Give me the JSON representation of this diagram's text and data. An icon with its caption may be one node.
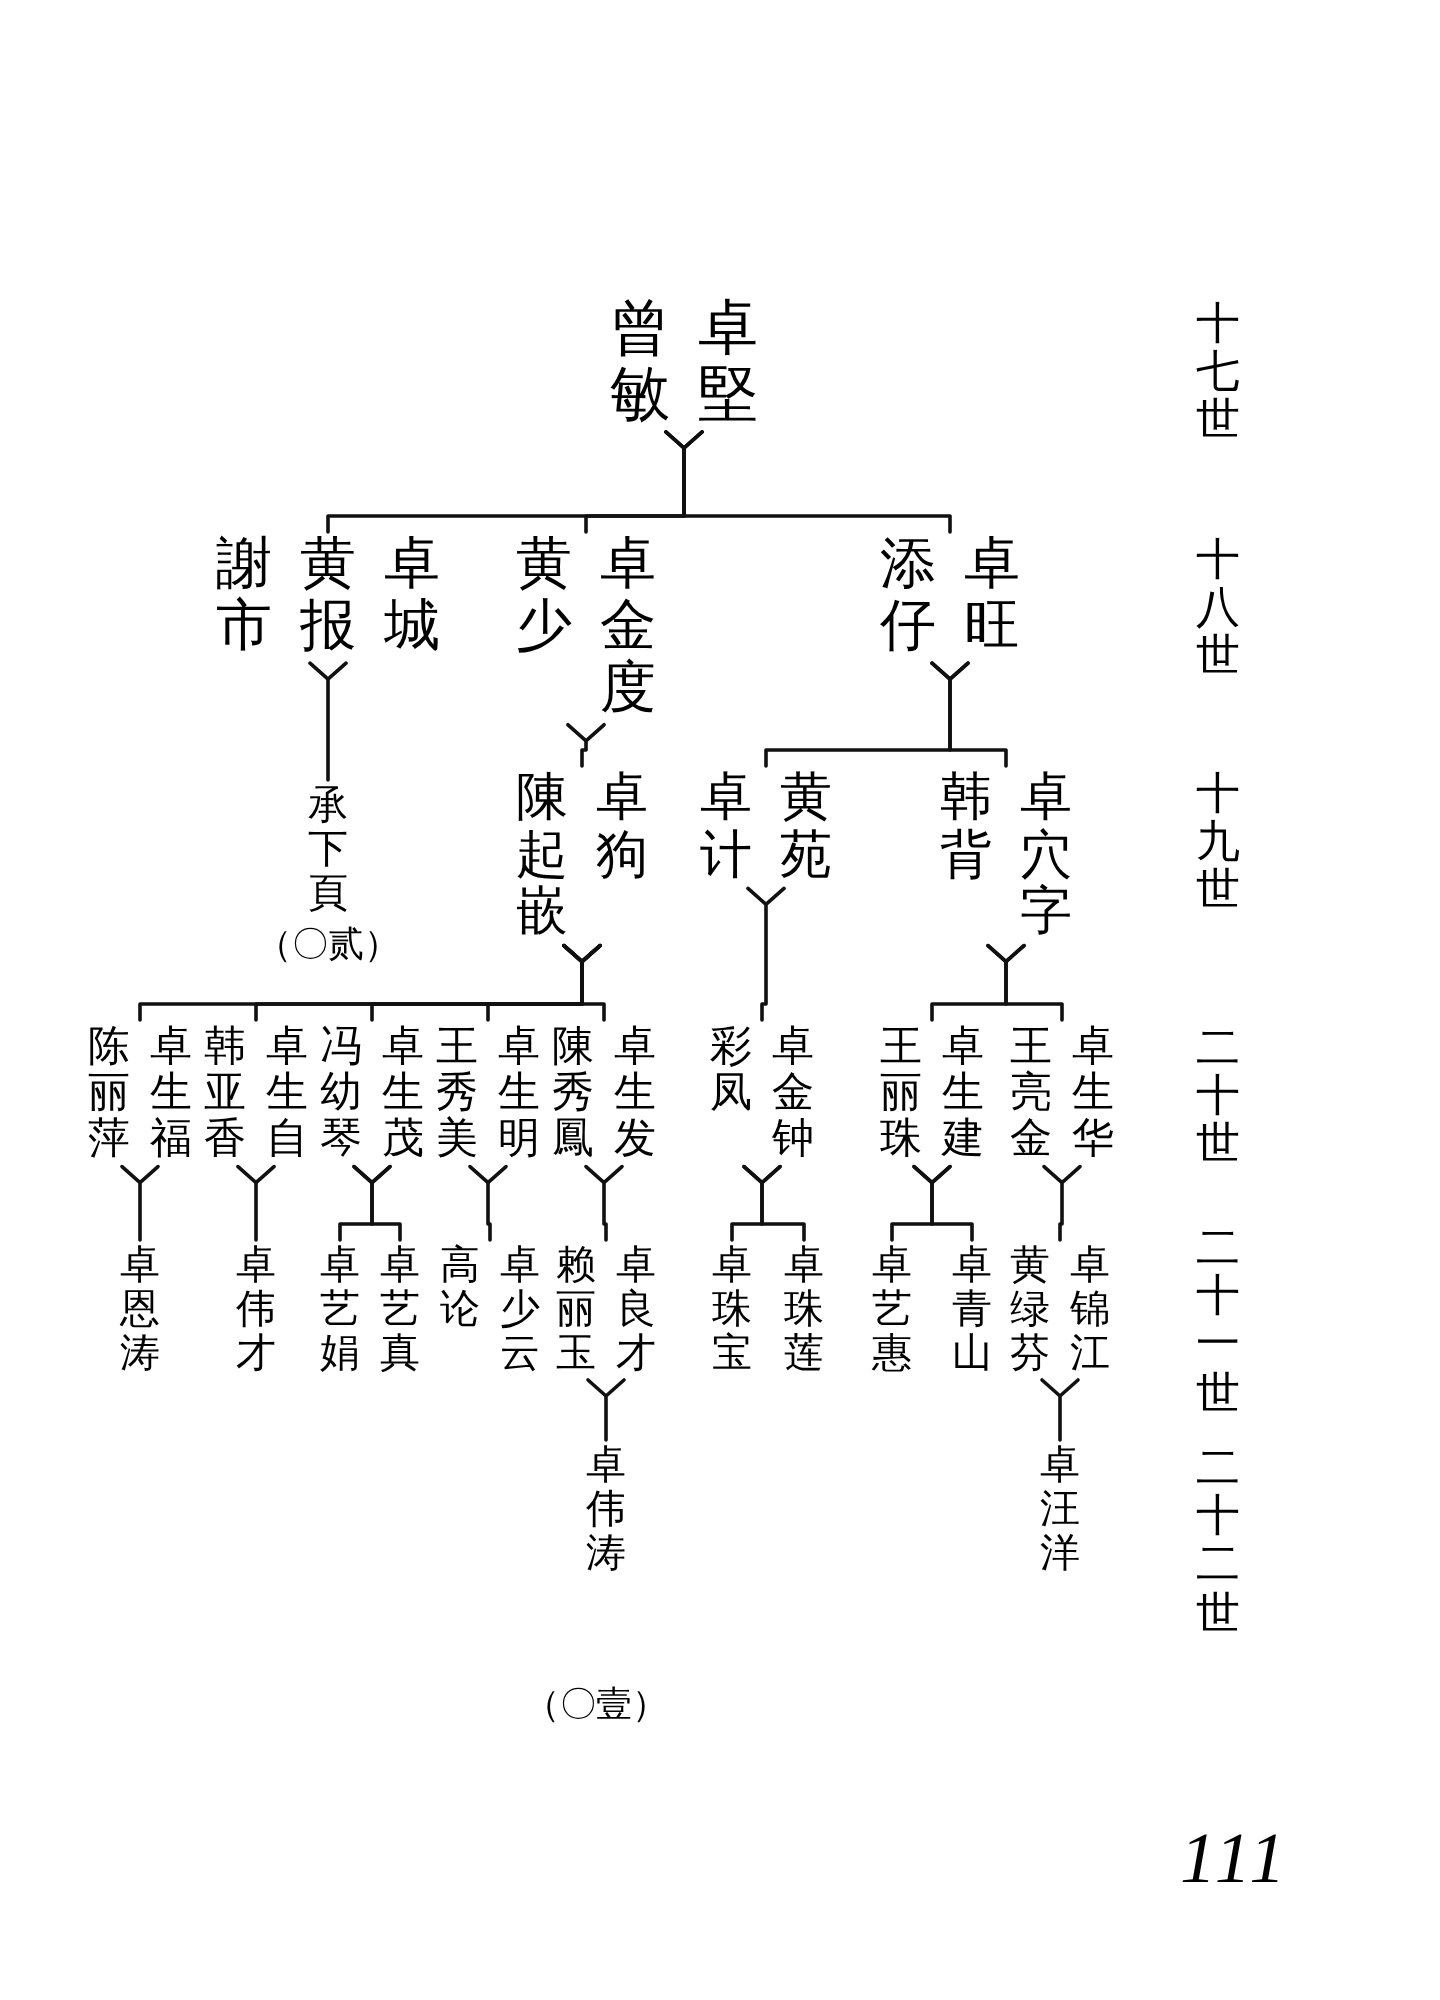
{
  "diagram": {
    "nodes": [
      {
        "text": [
          "曾敏",
          "卓堅"
        ]
      },
      {
        "text": [
          "添仔",
          "卓旺"
        ]
      },
      {
        "text": [
          "黄少",
          "卓金度"
        ]
      },
      {
        "text": [
          "謝市",
          "黄报",
          "卓城"
        ]
      },
      {
        "text": [
          "韩背",
          "卓穴字"
        ]
      },
      {
        "text": [
          "卓计",
          "黄苑"
        ]
      },
      {
        "text": [
          "陳起嵌",
          "卓狗"
        ]
      },
      {
        "text": [
          "承下頁",
          "（〇贰）"
        ]
      },
      {
        "text": [
          "王亮金",
          "卓生华"
        ]
      },
      {
        "text": [
          "王丽珠",
          "卓生建"
        ]
      },
      {
        "text": [
          "彩凤",
          "卓金钟"
        ]
      },
      {
        "text": [
          "陳秀鳳",
          "卓生发"
        ]
      },
      {
        "text": [
          "王秀美",
          "卓生明"
        ]
      },
      {
        "text": [
          "冯幼琴",
          "卓生茂"
        ]
      },
      {
        "text": [
          "韩亚香",
          "卓生自"
        ]
      },
      {
        "text": [
          "陈丽萍",
          "卓生福"
        ]
      },
      {
        "text": [
          "黄绿芬",
          "卓锦江"
        ]
      },
      {
        "text": [
          "卓青山"
        ]
      },
      {
        "text": [
          "卓艺惠"
        ]
      },
      {
        "text": [
          "卓珠莲"
        ]
      },
      {
        "text": [
          "卓珠宝"
        ]
      },
      {
        "text": [
          "赖丽玉",
          "卓良才"
        ]
      },
      {
        "text": [
          "高论",
          "卓少云"
        ]
      },
      {
        "text": [
          "卓艺真"
        ]
      },
      {
        "text": [
          "卓艺娟"
        ]
      },
      {
        "text": [
          "卓伟才"
        ]
      },
      {
        "text": [
          "卓恩涛"
        ]
      },
      {
        "text": [
          "卓汪洋"
        ]
      },
      {
        "text": [
          "卓伟涛"
        ]
      }
    ],
    "edges": [
      {
        "from": 0,
        "to": 1,
        "arrow": "none"
      },
      {
        "from": 0,
        "to": 2,
        "arrow": "none"
      },
      {
        "from": 0,
        "to": 3,
        "arrow": "none"
      },
      {
        "from": 3,
        "to": 7,
        "arrow": "none"
      },
      {
        "from": 1,
        "to": 4,
        "arrow": "none"
      },
      {
        "from": 1,
        "to": 5,
        "arrow": "none"
      },
      {
        "from": 2,
        "to": 6,
        "arrow": "none"
      },
      {
        "from": 4,
        "to": 8,
        "arrow": "none"
      },
      {
        "from": 4,
        "to": 9,
        "arrow": "none"
      },
      {
        "from": 5,
        "to": 10,
        "arrow": "none"
      },
      {
        "from": 6,
        "to": 11,
        "arrow": "none"
      },
      {
        "from": 6,
        "to": 12,
        "arrow": "none"
      },
      {
        "from": 6,
        "to": 13,
        "arrow": "none"
      },
      {
        "from": 6,
        "to": 14,
        "arrow": "none"
      },
      {
        "from": 6,
        "to": 15,
        "arrow": "none"
      },
      {
        "from": 8,
        "to": 16,
        "arrow": "none"
      },
      {
        "from": 9,
        "to": 17,
        "arrow": "none"
      },
      {
        "from": 9,
        "to": 18,
        "arrow": "none"
      },
      {
        "from": 10,
        "to": 19,
        "arrow": "none"
      },
      {
        "from": 10,
        "to": 20,
        "arrow": "none"
      },
      {
        "from": 11,
        "to": 21,
        "arrow": "none"
      },
      {
        "from": 12,
        "to": 22,
        "arrow": "none"
      },
      {
        "from": 13,
        "to": 23,
        "arrow": "none"
      },
      {
        "from": 13,
        "to": 24,
        "arrow": "none"
      },
      {
        "from": 14,
        "to": 25,
        "arrow": "none"
      },
      {
        "from": 15,
        "to": 26,
        "arrow": "none"
      },
      {
        "from": 16,
        "to": 27,
        "arrow": "none"
      },
      {
        "from": 21,
        "to": 28,
        "arrow": "none"
      }
    ],
    "labels": [
      "十七世",
      "十八世",
      "十九世",
      "二十世",
      "二十一世",
      "二十二世",
      "（〇壹）",
      "111"
    ]
  }
}
